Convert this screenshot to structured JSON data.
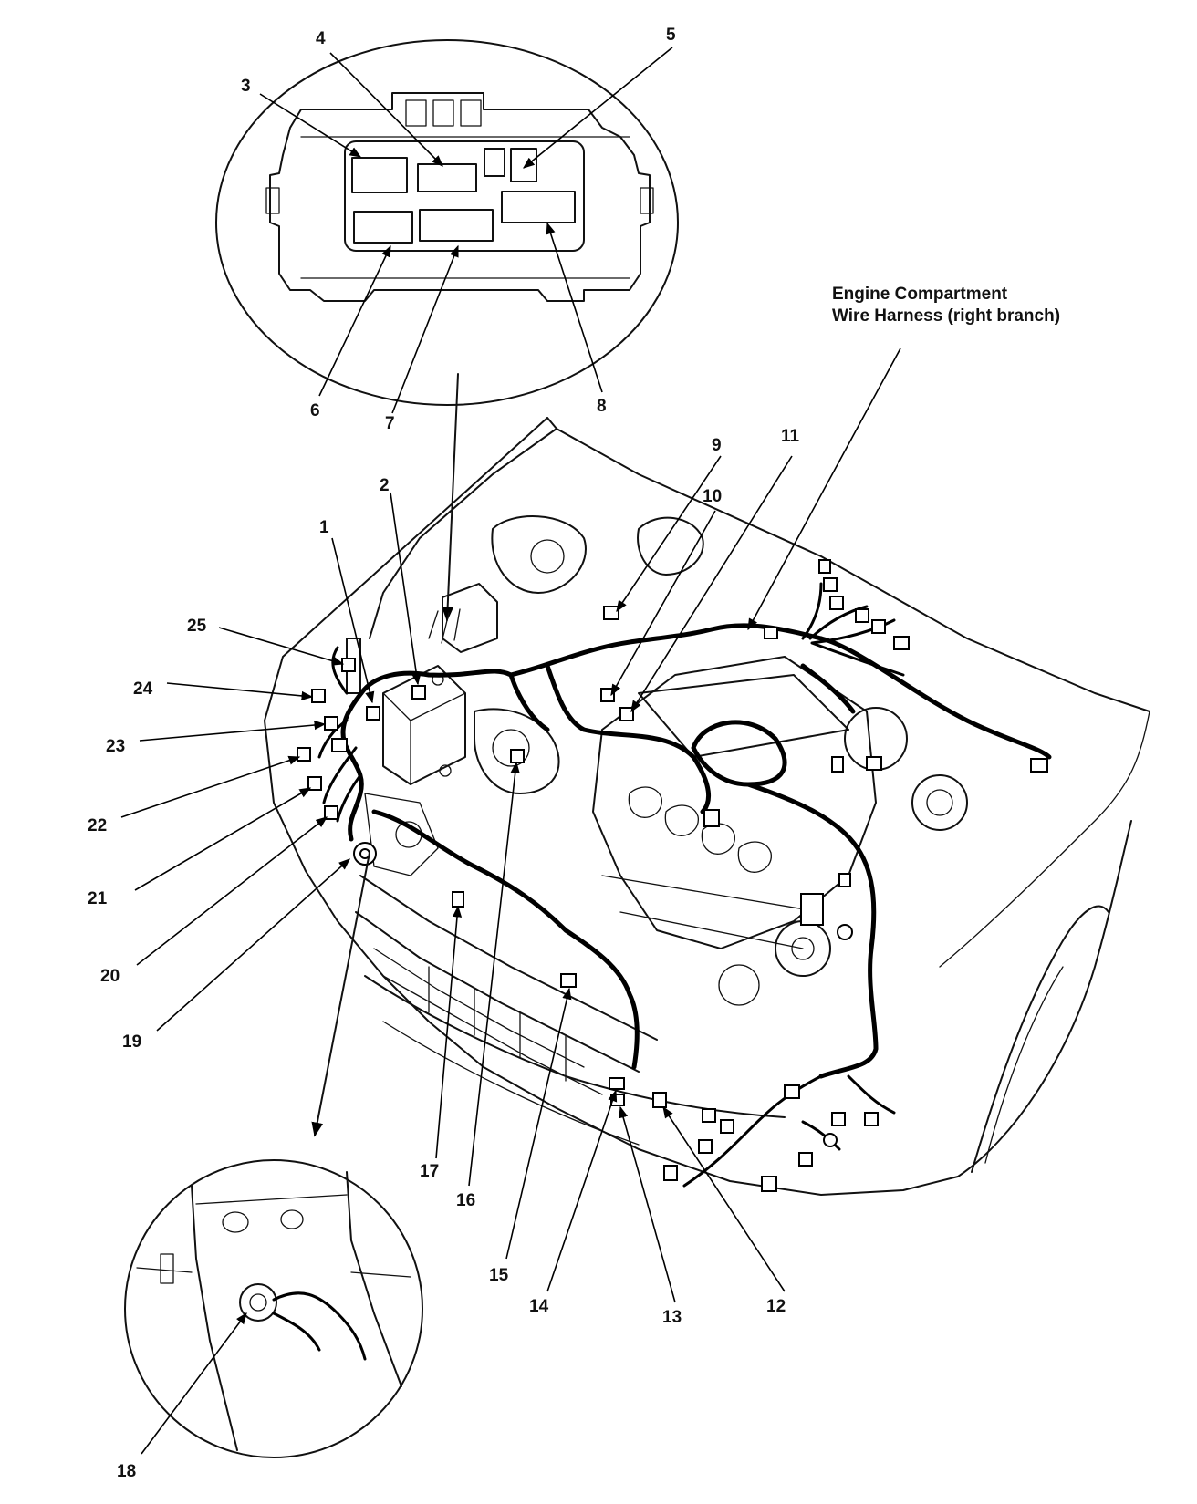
{
  "harness_title": {
    "line1": "Engine Compartment",
    "line2": "Wire Harness (right branch)"
  },
  "callouts": [
    "1",
    "2",
    "3",
    "4",
    "5",
    "6",
    "7",
    "8",
    "9",
    "10",
    "11",
    "12",
    "13",
    "14",
    "15",
    "16",
    "17",
    "18",
    "19",
    "20",
    "21",
    "22",
    "23",
    "24",
    "25"
  ]
}
